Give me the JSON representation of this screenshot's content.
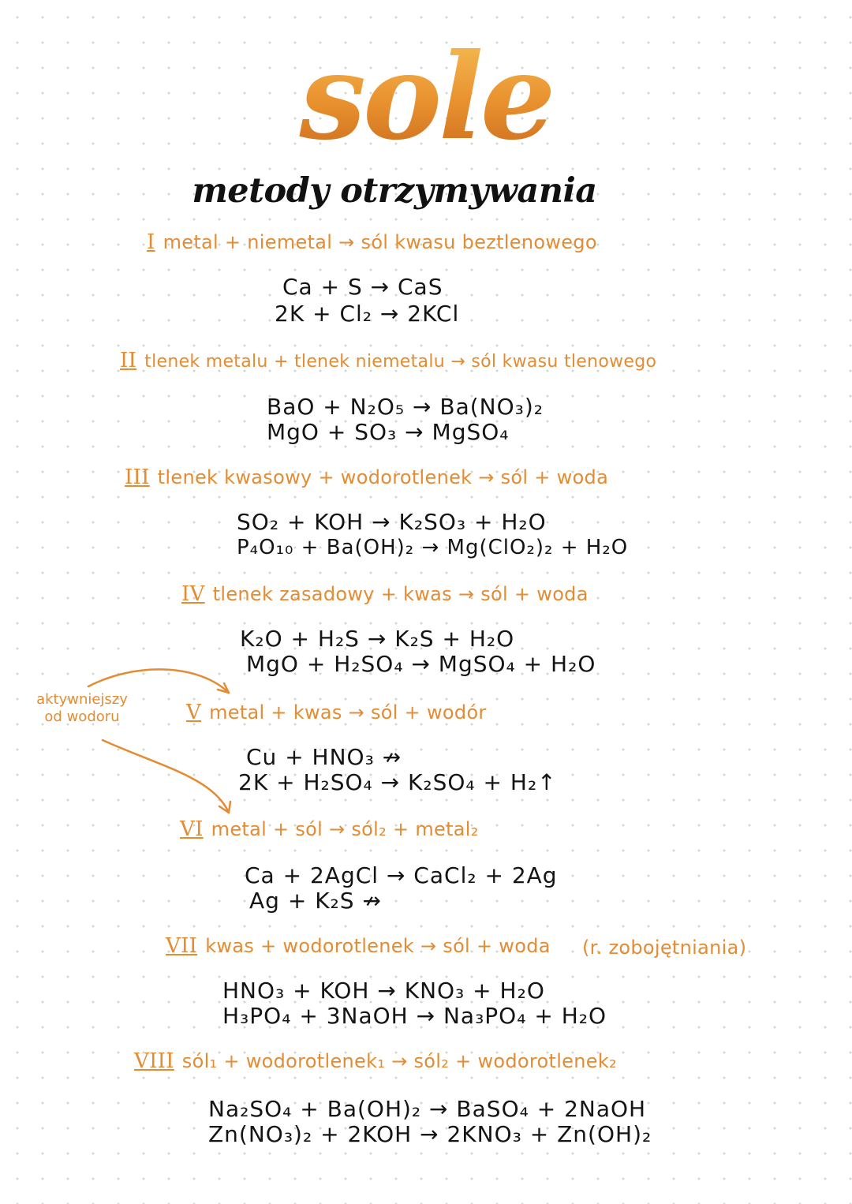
{
  "title": "sole",
  "subtitle": "metody otrzymywania",
  "side_note": [
    "aktywniejszy",
    "od wodoru"
  ],
  "methods": [
    {
      "numeral": "I",
      "text": "metal + niemetal → sól kwasu beztlenowego",
      "equations": [
        "Ca + S → CaS",
        "2K + Cl₂ → 2KCl"
      ]
    },
    {
      "numeral": "II",
      "text": "tlenek metalu + tlenek niemetalu → sól kwasu tlenowego",
      "equations": [
        "BaO + N₂O₅ → Ba(NO₃)₂",
        "MgO + SO₃ → MgSO₄"
      ]
    },
    {
      "numeral": "III",
      "text": "tlenek kwasowy + wodorotlenek → sól + woda",
      "equations": [
        "SO₂ + KOH → K₂SO₃ + H₂O",
        "P₄O₁₀ + Ba(OH)₂ → Mg(ClO₂)₂ + H₂O"
      ]
    },
    {
      "numeral": "IV",
      "text": "tlenek zasadowy + kwas → sól + woda",
      "equations": [
        "K₂O + H₂S → K₂S + H₂O",
        "MgO + H₂SO₄ → MgSO₄ + H₂O"
      ]
    },
    {
      "numeral": "V",
      "text": "metal + kwas → sól + wodór",
      "equations": [
        "Cu + HNO₃ ↛",
        "2K + H₂SO₄ → K₂SO₄ + H₂↑"
      ]
    },
    {
      "numeral": "VI",
      "text": "metal + sól → sól₂ + metal₂",
      "equations": [
        "Ca + 2AgCl → CaCl₂ + 2Ag",
        "Ag + K₂S ↛"
      ]
    },
    {
      "numeral": "VII",
      "text": "kwas + wodorotlenek → sól + woda",
      "note": "(r. zobojętniania)",
      "equations": [
        "HNO₃ + KOH → KNO₃ + H₂O",
        "H₃PO₄ + 3NaOH → Na₃PO₄ + H₂O"
      ]
    },
    {
      "numeral": "VIII",
      "text": "sól₁ + wodorotlenek₁ → sól₂ + wodorotlenek₂",
      "equations": [
        "Na₂SO₄ + Ba(OH)₂ → BaSO₄ + 2NaOH",
        "Zn(NO₃)₂ + 2KOH → 2KNO₃ + Zn(OH)₂"
      ]
    }
  ],
  "colors": {
    "accent": "#e38c33",
    "ink": "#141414",
    "dot_grid": "#d3d3d3"
  }
}
